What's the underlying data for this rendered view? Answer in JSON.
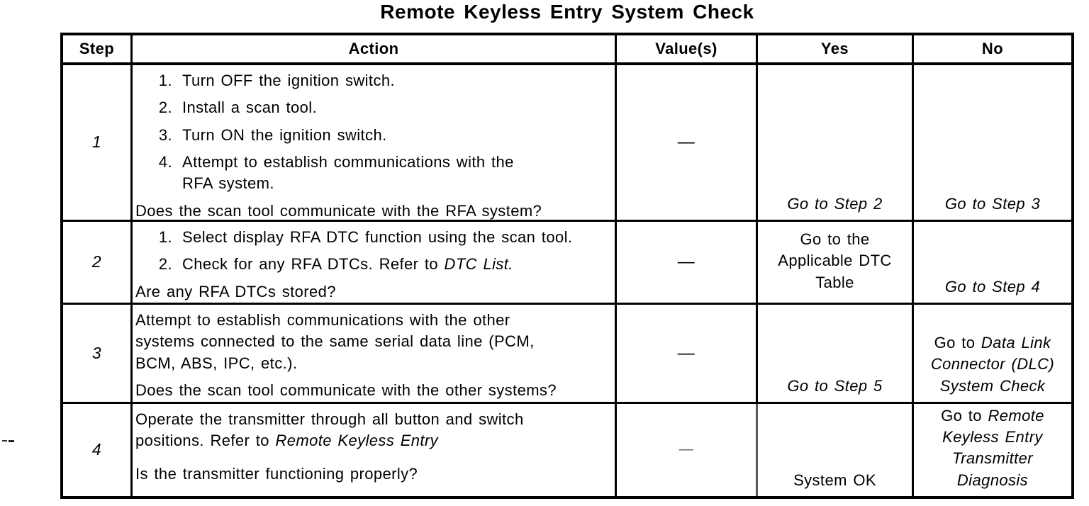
{
  "title": "Remote Keyless Entry System Check",
  "table": {
    "headers": {
      "step": "Step",
      "action": "Action",
      "values": "Value(s)",
      "yes": "Yes",
      "no": "No"
    },
    "rows": [
      {
        "step": "1",
        "items": [
          {
            "num": "1.",
            "text": "Turn OFF the ignition switch."
          },
          {
            "num": "2.",
            "text": "Install a scan tool."
          },
          {
            "num": "3.",
            "text": "Turn ON the ignition switch."
          },
          {
            "num": "4.",
            "text": "Attempt to establish communications with the\nRFA system."
          }
        ],
        "question": "Does the scan tool communicate with the RFA system?",
        "value": "—",
        "yes": "Go to Step 2",
        "no": "Go to Step 3"
      },
      {
        "step": "2",
        "items": [
          {
            "num": "1.",
            "text": "Select display RFA DTC function using the scan tool."
          },
          {
            "num": "2.",
            "text": "Check for any RFA DTCs. Refer to ",
            "italic": "DTC List."
          }
        ],
        "question": "Are any RFA DTCs stored?",
        "value": "—",
        "yes": "Go to the\nApplicable DTC\nTable",
        "no": "Go to Step 4"
      },
      {
        "step": "3",
        "paragraph": "Attempt to establish communications with the other\nsystems connected to the same serial data line (PCM,\nBCM, ABS, IPC, etc.).",
        "question": "Does the scan tool communicate with the other systems?",
        "value": "—",
        "yes": "Go to Step 5",
        "no_prefix": "Go to ",
        "no_italic": "Data Link\nConnector (DLC)\nSystem Check"
      },
      {
        "step": "4",
        "paragraph_prefix": "Operate the transmitter through all button and switch\npositions. Refer to ",
        "paragraph_italic": "Remote Keyless Entry",
        "question": "Is the transmitter functioning properly?",
        "value": "—",
        "yes": "System OK",
        "no_prefix": "Go to ",
        "no_italic": "Remote\nKeyless Entry\nTransmitter\nDiagnosis"
      }
    ]
  }
}
